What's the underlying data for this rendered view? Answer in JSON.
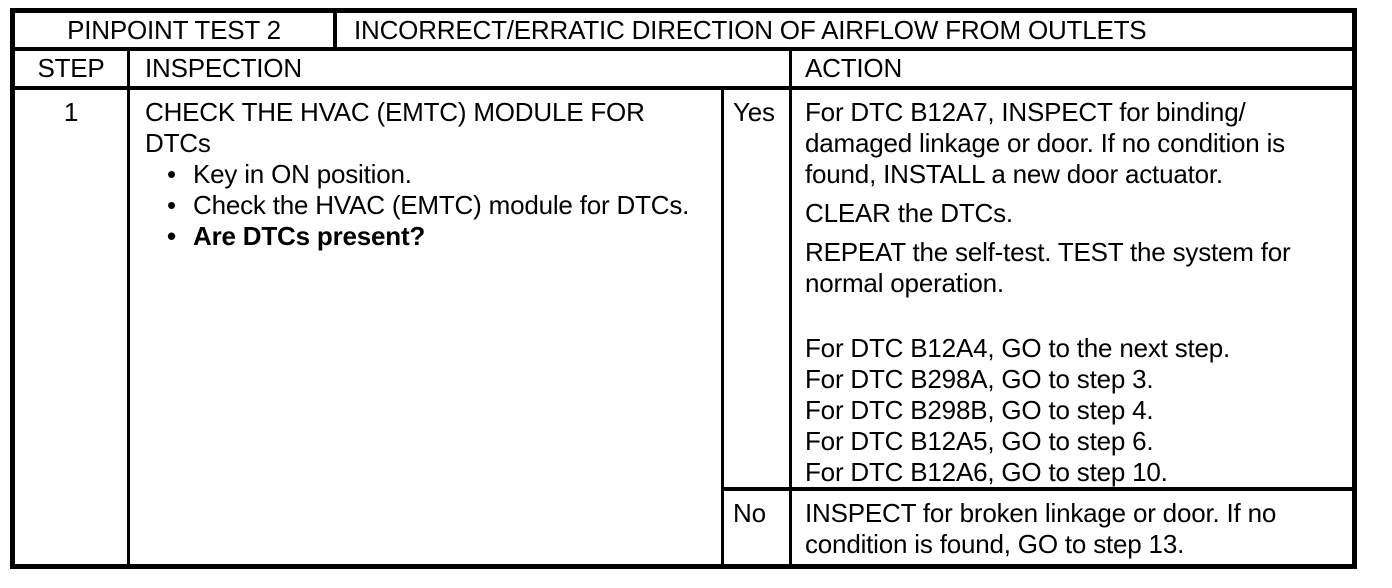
{
  "document": {
    "test_label": "PINPOINT TEST 2",
    "test_title": "INCORRECT/ERRATIC DIRECTION OF AIRFLOW FROM OUTLETS"
  },
  "table": {
    "headers": {
      "step": "STEP",
      "inspection": "INSPECTION",
      "action": "ACTION"
    },
    "row": {
      "step": "1",
      "inspection": {
        "heading": "CHECK THE HVAC (EMTC) MODULE FOR DTCs",
        "bullet_marker": "•",
        "bullets": [
          {
            "text": "Key in ON position.",
            "bold": false
          },
          {
            "text": "Check the HVAC (EMTC) module for DTCs.",
            "bold": false
          },
          {
            "text": "Are DTCs present?",
            "bold": true
          }
        ]
      },
      "yes_outcome": {
        "verdict": "Yes",
        "paragraphs": [
          "For DTC B12A7, INSPECT for binding/ damaged linkage or door. If no condition is found, INSTALL a new door actuator.",
          "CLEAR the DTCs.",
          "REPEAT the self-test. TEST the system for normal operation."
        ],
        "dtc_goto_lines": [
          "For DTC B12A4, GO to the next step.",
          "For DTC B298A, GO to step 3.",
          "For DTC B298B, GO to step 4.",
          "For DTC B12A5, GO to step 6.",
          "For DTC B12A6, GO to step 10."
        ]
      },
      "no_outcome": {
        "verdict": "No",
        "text": "INSPECT for broken linkage or door. If no condition is found, GO to step 13."
      }
    }
  }
}
